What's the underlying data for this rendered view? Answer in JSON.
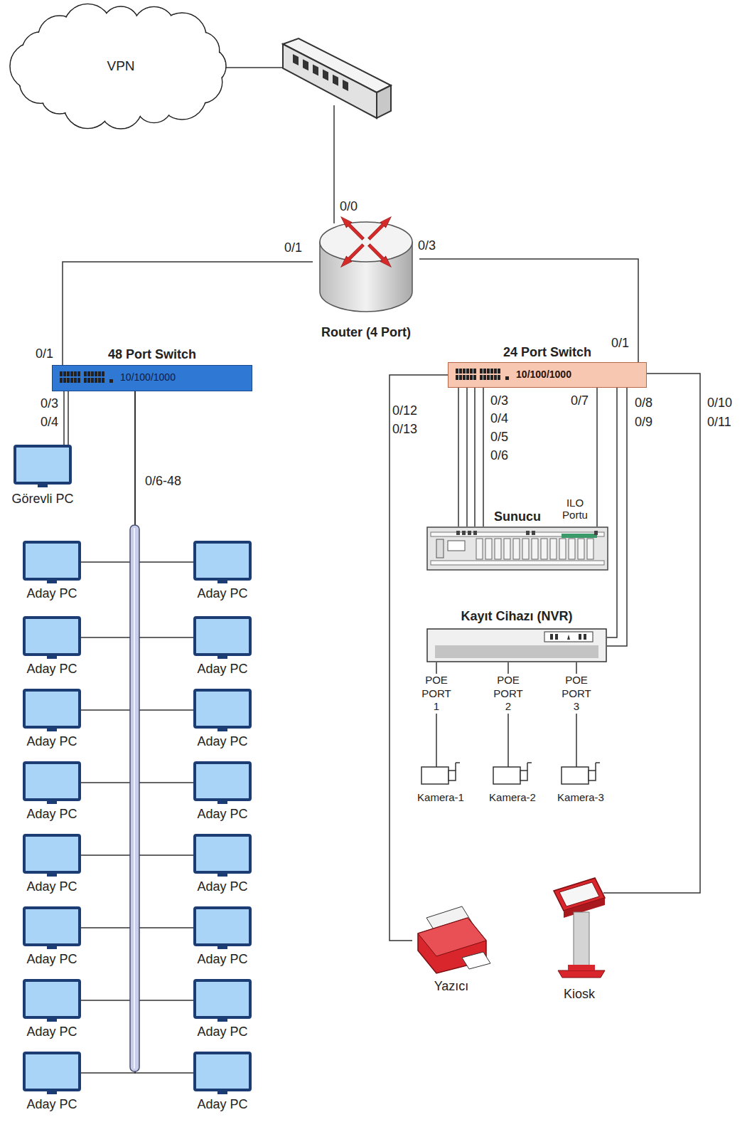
{
  "diagram": {
    "nodes": [
      {
        "text": [
          "VPN"
        ]
      },
      {
        "text": [
          "Router (4 Port)"
        ]
      },
      {
        "text": [
          "48 Port Switch",
          "10/100/1000"
        ]
      },
      {
        "text": [
          "24 Port Switch",
          "10/100/1000"
        ]
      },
      {
        "text": [
          "Görevli PC"
        ]
      },
      {
        "text": [
          "Aday PC"
        ]
      },
      {
        "text": [
          "Aday PC"
        ]
      },
      {
        "text": [
          "Aday PC"
        ]
      },
      {
        "text": [
          "Aday PC"
        ]
      },
      {
        "text": [
          "Aday PC"
        ]
      },
      {
        "text": [
          "Aday PC"
        ]
      },
      {
        "text": [
          "Aday PC"
        ]
      },
      {
        "text": [
          "Aday PC"
        ]
      },
      {
        "text": [
          "Aday PC"
        ]
      },
      {
        "text": [
          "Aday PC"
        ]
      },
      {
        "text": [
          "Aday PC"
        ]
      },
      {
        "text": [
          "Aday PC"
        ]
      },
      {
        "text": [
          "Aday PC"
        ]
      },
      {
        "text": [
          "Aday PC"
        ]
      },
      {
        "text": [
          "Aday PC"
        ]
      },
      {
        "text": [
          "Aday PC"
        ]
      },
      {
        "text": [
          "Sunucu",
          "ILO Portu"
        ]
      },
      {
        "text": [
          "Kayıt Cihazı (NVR)"
        ]
      },
      {
        "text": [
          "Kamera-1"
        ]
      },
      {
        "text": [
          "Kamera-2"
        ]
      },
      {
        "text": [
          "Kamera-3"
        ]
      },
      {
        "text": [
          "Yazıcı"
        ]
      },
      {
        "text": [
          "Kiosk"
        ]
      }
    ],
    "edges": [
      {
        "from": 1,
        "to": 2,
        "arrow": "none"
      },
      {
        "from": 1,
        "to": 3,
        "arrow": "none"
      },
      {
        "from": 2,
        "to": 4,
        "arrow": "none"
      },
      {
        "from": 2,
        "to": 5,
        "arrow": "none"
      },
      {
        "from": 2,
        "to": 6,
        "arrow": "none"
      },
      {
        "from": 2,
        "to": 7,
        "arrow": "none"
      },
      {
        "from": 2,
        "to": 8,
        "arrow": "none"
      },
      {
        "from": 2,
        "to": 9,
        "arrow": "none"
      },
      {
        "from": 2,
        "to": 10,
        "arrow": "none"
      },
      {
        "from": 2,
        "to": 11,
        "arrow": "none"
      },
      {
        "from": 2,
        "to": 12,
        "arrow": "none"
      },
      {
        "from": 2,
        "to": 13,
        "arrow": "none"
      },
      {
        "from": 2,
        "to": 14,
        "arrow": "none"
      },
      {
        "from": 2,
        "to": 15,
        "arrow": "none"
      },
      {
        "from": 2,
        "to": 16,
        "arrow": "none"
      },
      {
        "from": 2,
        "to": 17,
        "arrow": "none"
      },
      {
        "from": 2,
        "to": 18,
        "arrow": "none"
      },
      {
        "from": 2,
        "to": 19,
        "arrow": "none"
      },
      {
        "from": 2,
        "to": 20,
        "arrow": "none"
      },
      {
        "from": 3,
        "to": 21,
        "arrow": "none"
      },
      {
        "from": 3,
        "to": 21,
        "arrow": "none"
      },
      {
        "from": 3,
        "to": 22,
        "arrow": "none"
      },
      {
        "from": 3,
        "to": 26,
        "arrow": "none"
      },
      {
        "from": 3,
        "to": 27,
        "arrow": "none"
      },
      {
        "from": 22,
        "to": 23,
        "label": "POE PORT 1",
        "arrow": "none"
      },
      {
        "from": 22,
        "to": 24,
        "label": "POE PORT 2",
        "arrow": "none"
      },
      {
        "from": 22,
        "to": 25,
        "label": "POE PORT 3",
        "arrow": "none"
      }
    ],
    "labels": [
      "0/0",
      "0/1",
      "0/3",
      "0/1",
      "0/1",
      "0/3",
      "0/4",
      "0/6-48",
      "0/12",
      "0/13",
      "0/3",
      "0/4",
      "0/5",
      "0/6",
      "0/7",
      "0/8",
      "0/9",
      "0/10",
      "0/11"
    ]
  }
}
